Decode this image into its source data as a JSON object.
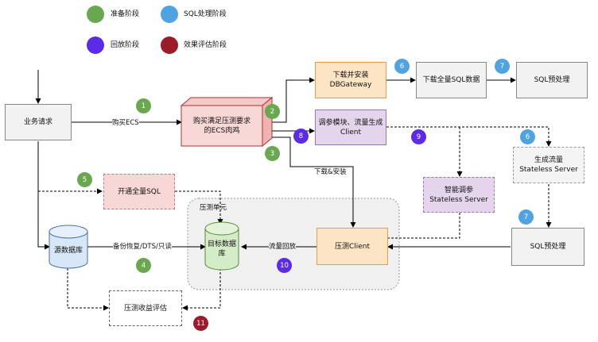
{
  "legend": [
    {
      "label": "准备阶段",
      "color": "#6aa84f"
    },
    {
      "label": "SQL处理阶段",
      "color": "#4fa3e0"
    },
    {
      "label": "回放阶段",
      "color": "#5b2be8"
    },
    {
      "label": "效果评估阶段",
      "color": "#9b1b2a"
    }
  ],
  "nodes": {
    "biz_request": "业务请求",
    "buy_ecs": [
      "购买满足压测要求",
      "的ECS肉鸡"
    ],
    "dbgateway": [
      "下载并安装",
      "DBGateway"
    ],
    "download_sql": "下载全量SQL数据",
    "sql_pre_top": "SQL预处理",
    "tune_module": [
      "调参模块、流量生成",
      "Client"
    ],
    "gen_traffic": [
      "生成流量",
      "Stateless Server"
    ],
    "smart_tune": [
      "智能调参",
      "Stateless Server"
    ],
    "open_sql": "开通全量SQL",
    "cluster_title": "压测单元",
    "target_db": [
      "目标数据",
      "库"
    ],
    "source_db": "源数据库",
    "stress_client": "压测Client",
    "sql_pre_bottom": "SQL预处理",
    "benefit_eval": "压测收益评估"
  },
  "edge_labels": {
    "buy": "购买ECS",
    "download_install": "下载&安装",
    "backup": "备份恢复/DTS/只读",
    "replay": "流量回放"
  },
  "steps": [
    "1",
    "2",
    "3",
    "4",
    "5",
    "6",
    "6",
    "7",
    "7",
    "8",
    "9",
    "10",
    "11"
  ]
}
